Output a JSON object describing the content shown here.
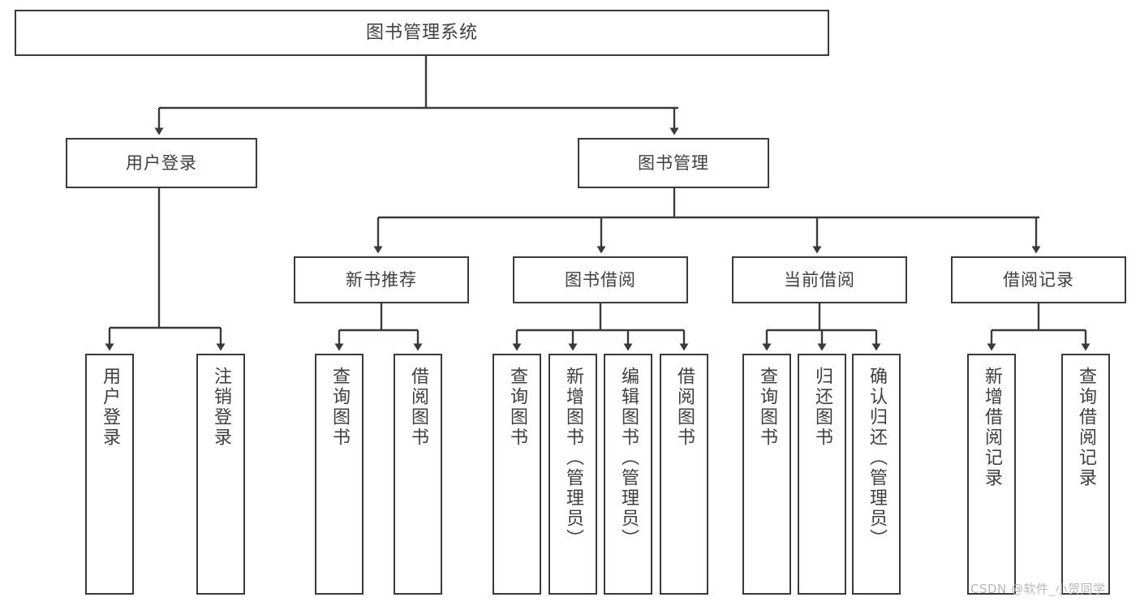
{
  "diagram": {
    "type": "tree",
    "title": "图书管理系统",
    "root": {
      "label": "图书管理系统"
    },
    "level2": [
      {
        "label": "用户登录"
      },
      {
        "label": "图书管理"
      }
    ],
    "level3": [
      {
        "label": "新书推荐"
      },
      {
        "label": "图书借阅"
      },
      {
        "label": "当前借阅"
      },
      {
        "label": "借阅记录"
      }
    ],
    "leaves": [
      {
        "label": "用户登录",
        "parent": "用户登录"
      },
      {
        "label": "注销登录",
        "parent": "用户登录"
      },
      {
        "label": "查询图书",
        "parent": "新书推荐"
      },
      {
        "label": "借阅图书",
        "parent": "新书推荐"
      },
      {
        "label": "查询图书",
        "parent": "图书借阅"
      },
      {
        "label": "新增图书（管理员）",
        "parent": "图书借阅"
      },
      {
        "label": "编辑图书（管理员）",
        "parent": "图书借阅"
      },
      {
        "label": "借阅图书",
        "parent": "图书借阅"
      },
      {
        "label": "查询图书",
        "parent": "当前借阅"
      },
      {
        "label": "归还图书",
        "parent": "当前借阅"
      },
      {
        "label": "确认归还（管理员）",
        "parent": "当前借阅"
      },
      {
        "label": "新增借阅记录",
        "parent": "借阅记录"
      },
      {
        "label": "查询借阅记录",
        "parent": "借阅记录"
      }
    ]
  },
  "watermark": {
    "text": "CSDN @软件_小贺同学"
  },
  "colors": {
    "stroke": "#3a3a3a",
    "text": "#3f3f3f",
    "background": "#ffffff",
    "watermark": "#b9b9b9"
  }
}
